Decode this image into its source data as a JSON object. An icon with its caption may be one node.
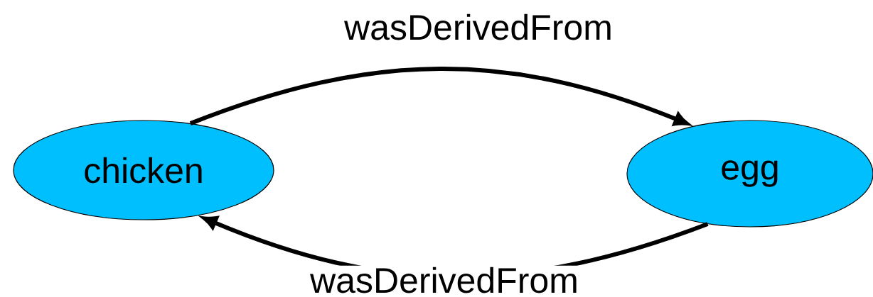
{
  "diagram": {
    "nodes": [
      {
        "text": [
          "chicken"
        ]
      },
      {
        "text": [
          "egg"
        ]
      }
    ],
    "edges": [
      {
        "from": 0,
        "to": 1,
        "arrow": "to",
        "label": "wasDerivedFrom"
      },
      {
        "from": 1,
        "to": 0,
        "arrow": "to",
        "label": "wasDerivedFrom"
      }
    ]
  }
}
